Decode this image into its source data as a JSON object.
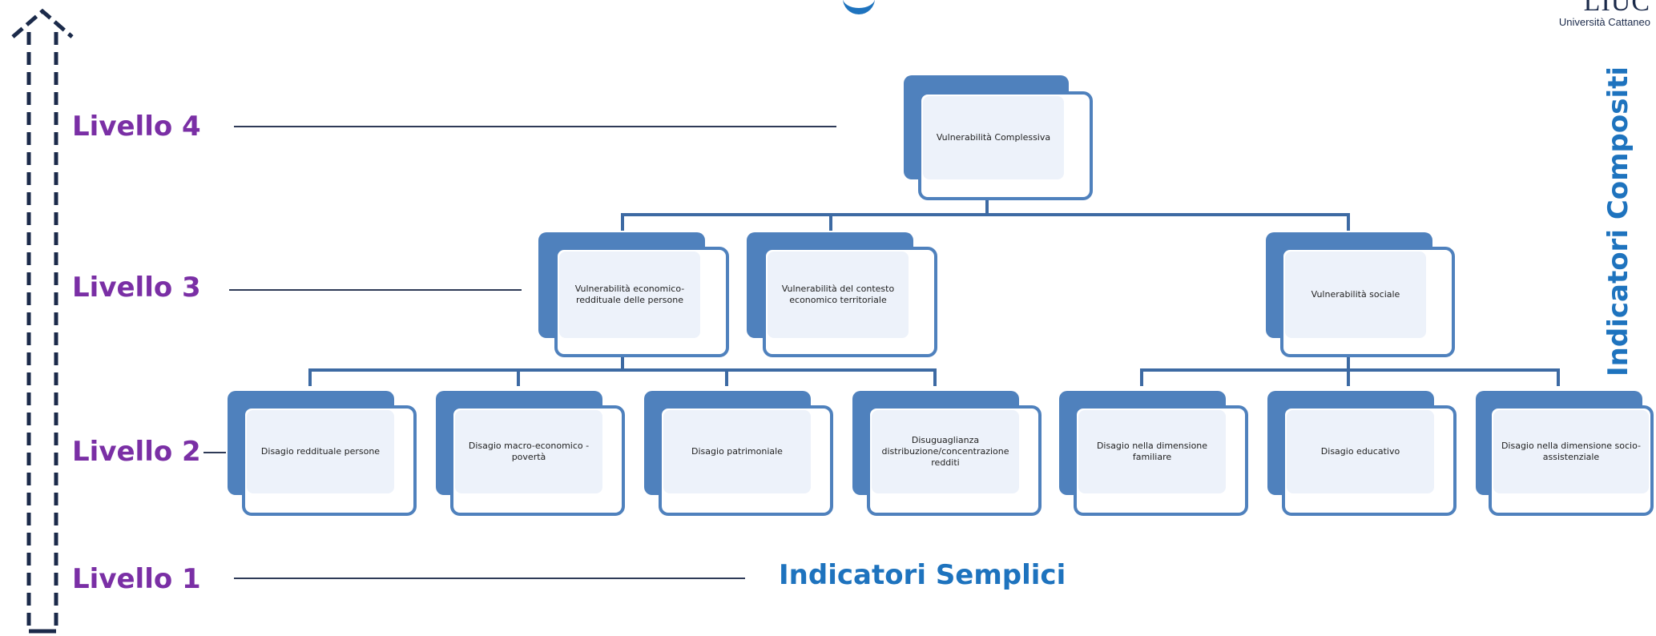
{
  "levels": [
    {
      "label": "Livello 4"
    },
    {
      "label": "Livello 3"
    },
    {
      "label": "Livello 2"
    },
    {
      "label": "Livello 1"
    }
  ],
  "hierarchy": {
    "top": "Vulnerabilità  Complessiva",
    "level3": [
      "Vulnerabilità  economico-\nreddituale  delle  persone",
      "Vulnerabilità  del  contesto\neconomico  territoriale",
      "Vulnerabilità  sociale"
    ],
    "level2": [
      "Disagio  reddituale  persone",
      "Disagio  macro-economico  -\npovertà",
      "Disagio  patrimoniale",
      "Disuguaglianza\ndistribuzione/concentrazione\nredditi",
      "Disagio  nella  dimensione  familiare",
      "Disagio  educativo",
      "Disagio  nella  dimensione  socio-\nassistenziale"
    ]
  },
  "labels": {
    "composite": "Indicatori Compositi",
    "simple": "Indicatori Semplici"
  },
  "logo": {
    "mark": "LIUC",
    "subtitle": "Università Cattaneo"
  },
  "colors": {
    "level_label": "#7a2fa5",
    "indicator_label": "#1e73be",
    "box": "#4f81bd",
    "arrow": "#1b2a4a"
  }
}
